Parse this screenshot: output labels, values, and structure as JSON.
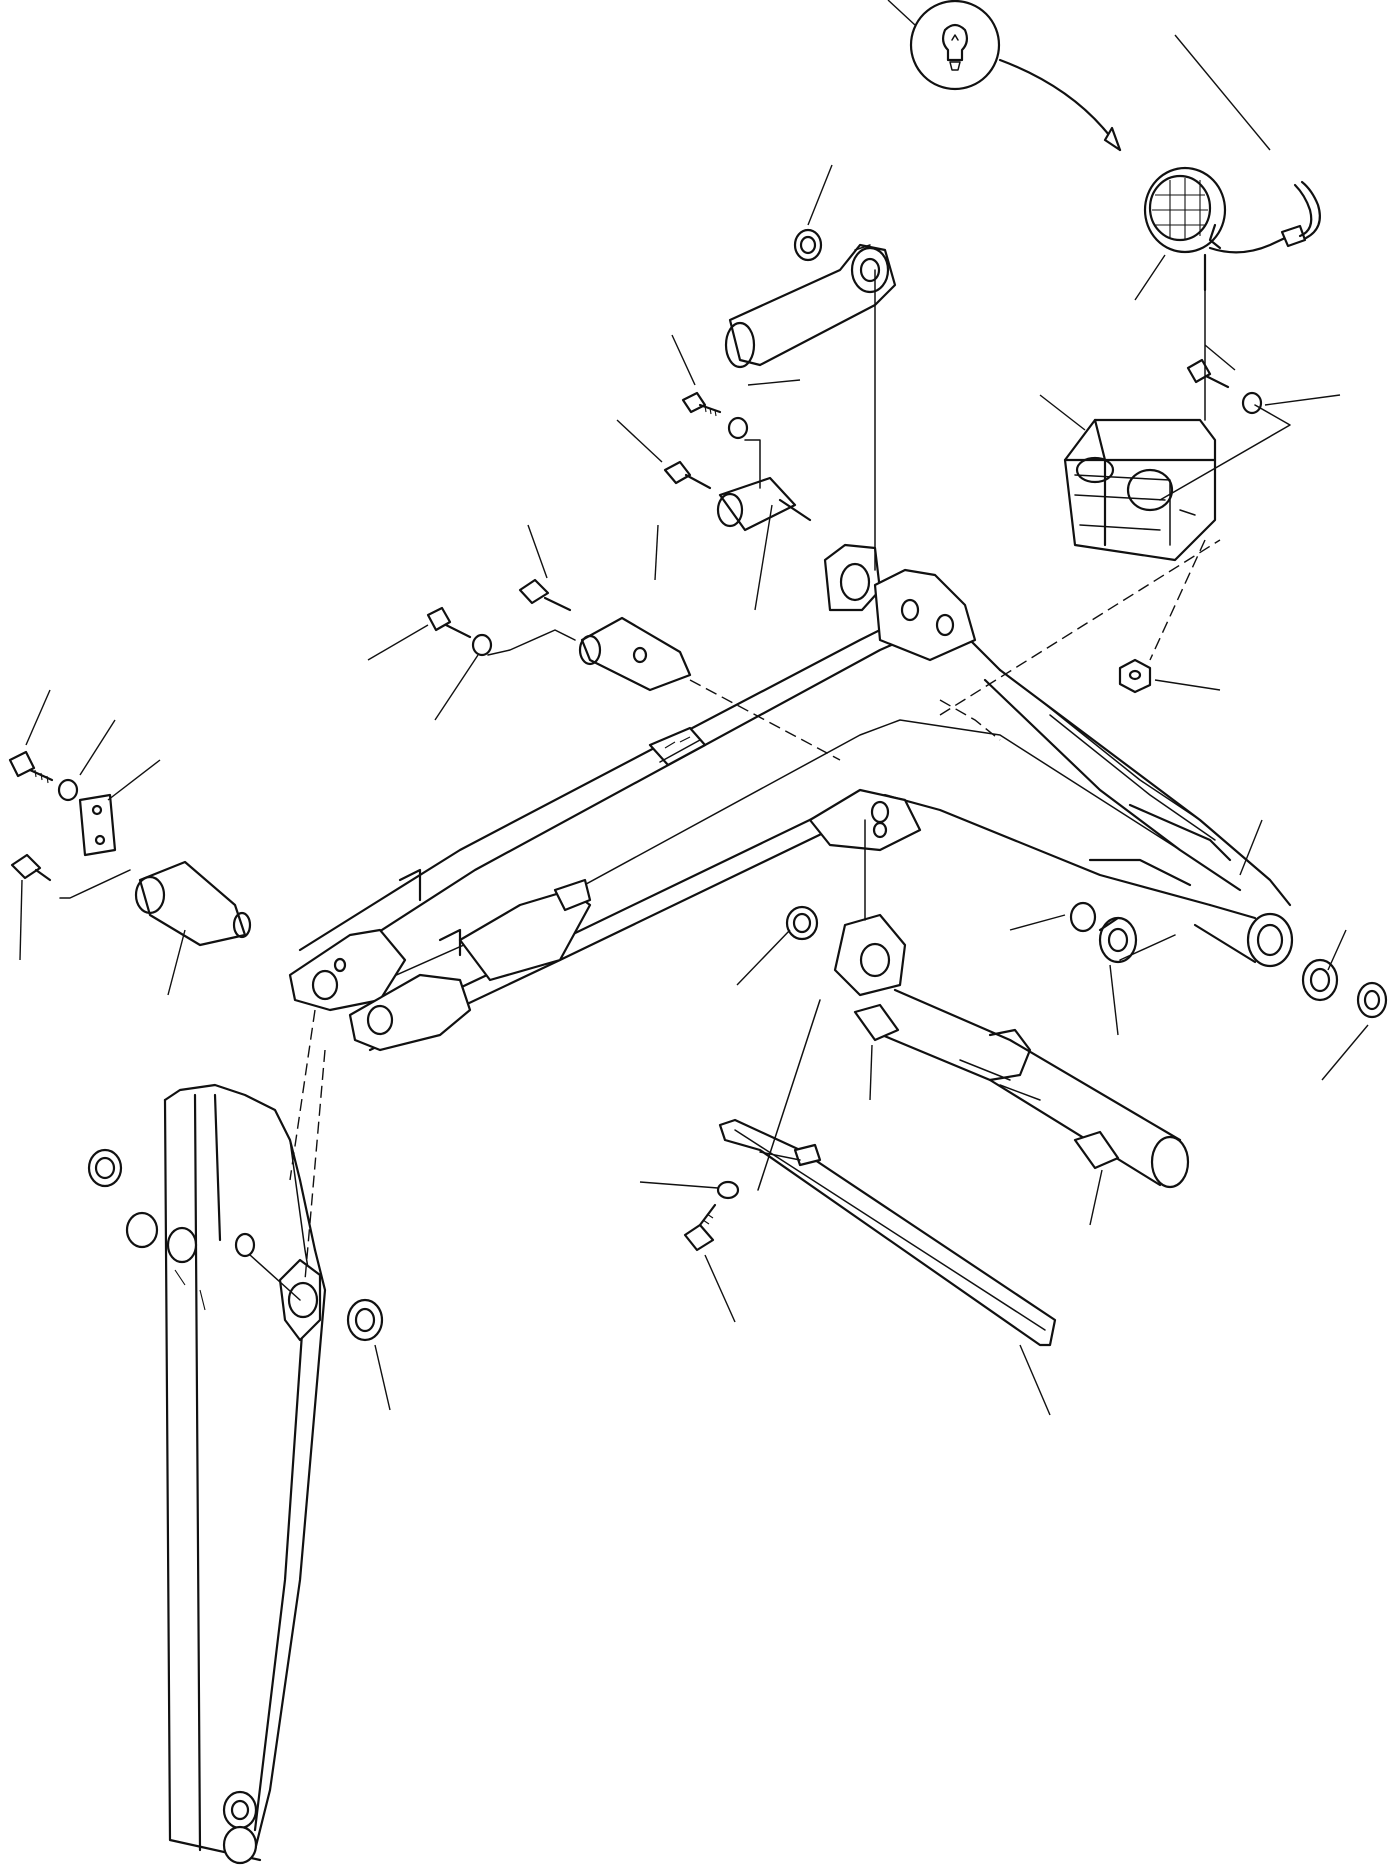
{
  "diagram": {
    "type": "exploded-parts-view",
    "colors": {
      "line": "#111111",
      "background": "#ffffff"
    },
    "parts": [
      "boom",
      "dipper-arm",
      "work-lamp",
      "lamp-bulb-inset",
      "lamp-guard",
      "pivot-pin",
      "cylinder-pin",
      "bolt",
      "washer",
      "nut",
      "bushing",
      "hydraulic-cylinder",
      "wear-strip",
      "retaining-plate",
      "lamp-cable"
    ],
    "callouts_count": 40
  }
}
